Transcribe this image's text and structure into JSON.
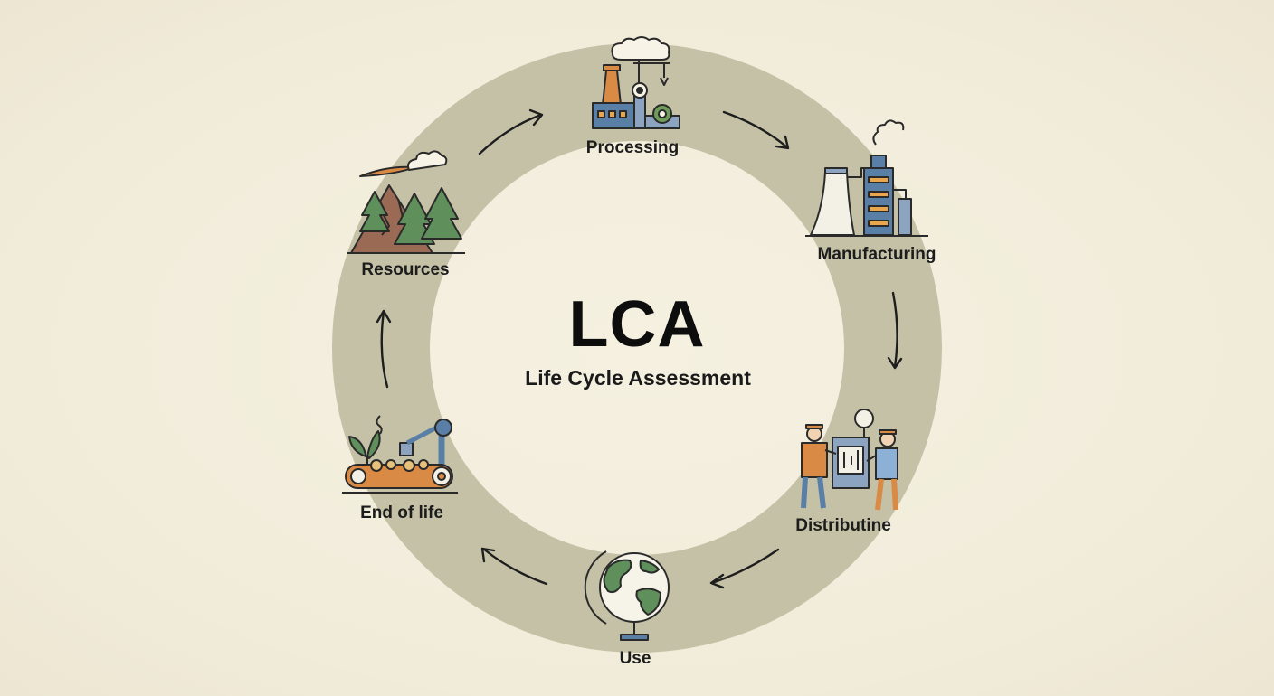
{
  "center": {
    "title": "LCA",
    "subtitle": "Life Cycle Assessment"
  },
  "stages": {
    "processing": {
      "label": "Processing",
      "icon": "factory-icon"
    },
    "manufacturing": {
      "label": "Manufacturing",
      "icon": "industrial-plant-icon"
    },
    "distribution": {
      "label": "Distributine",
      "icon": "workers-machine-icon"
    },
    "use": {
      "label": "Use",
      "icon": "globe-icon"
    },
    "end_of_life": {
      "label": "End of life",
      "icon": "recycling-conveyor-icon"
    },
    "resources": {
      "label": "Resources",
      "icon": "forest-mountain-icon"
    }
  },
  "colors": {
    "background": "#f3eedd",
    "ring": "#c4c1a6",
    "orange": "#d98a45",
    "blue": "#5a7fa6",
    "green": "#5f8f5a",
    "brown": "#9a6a55"
  }
}
